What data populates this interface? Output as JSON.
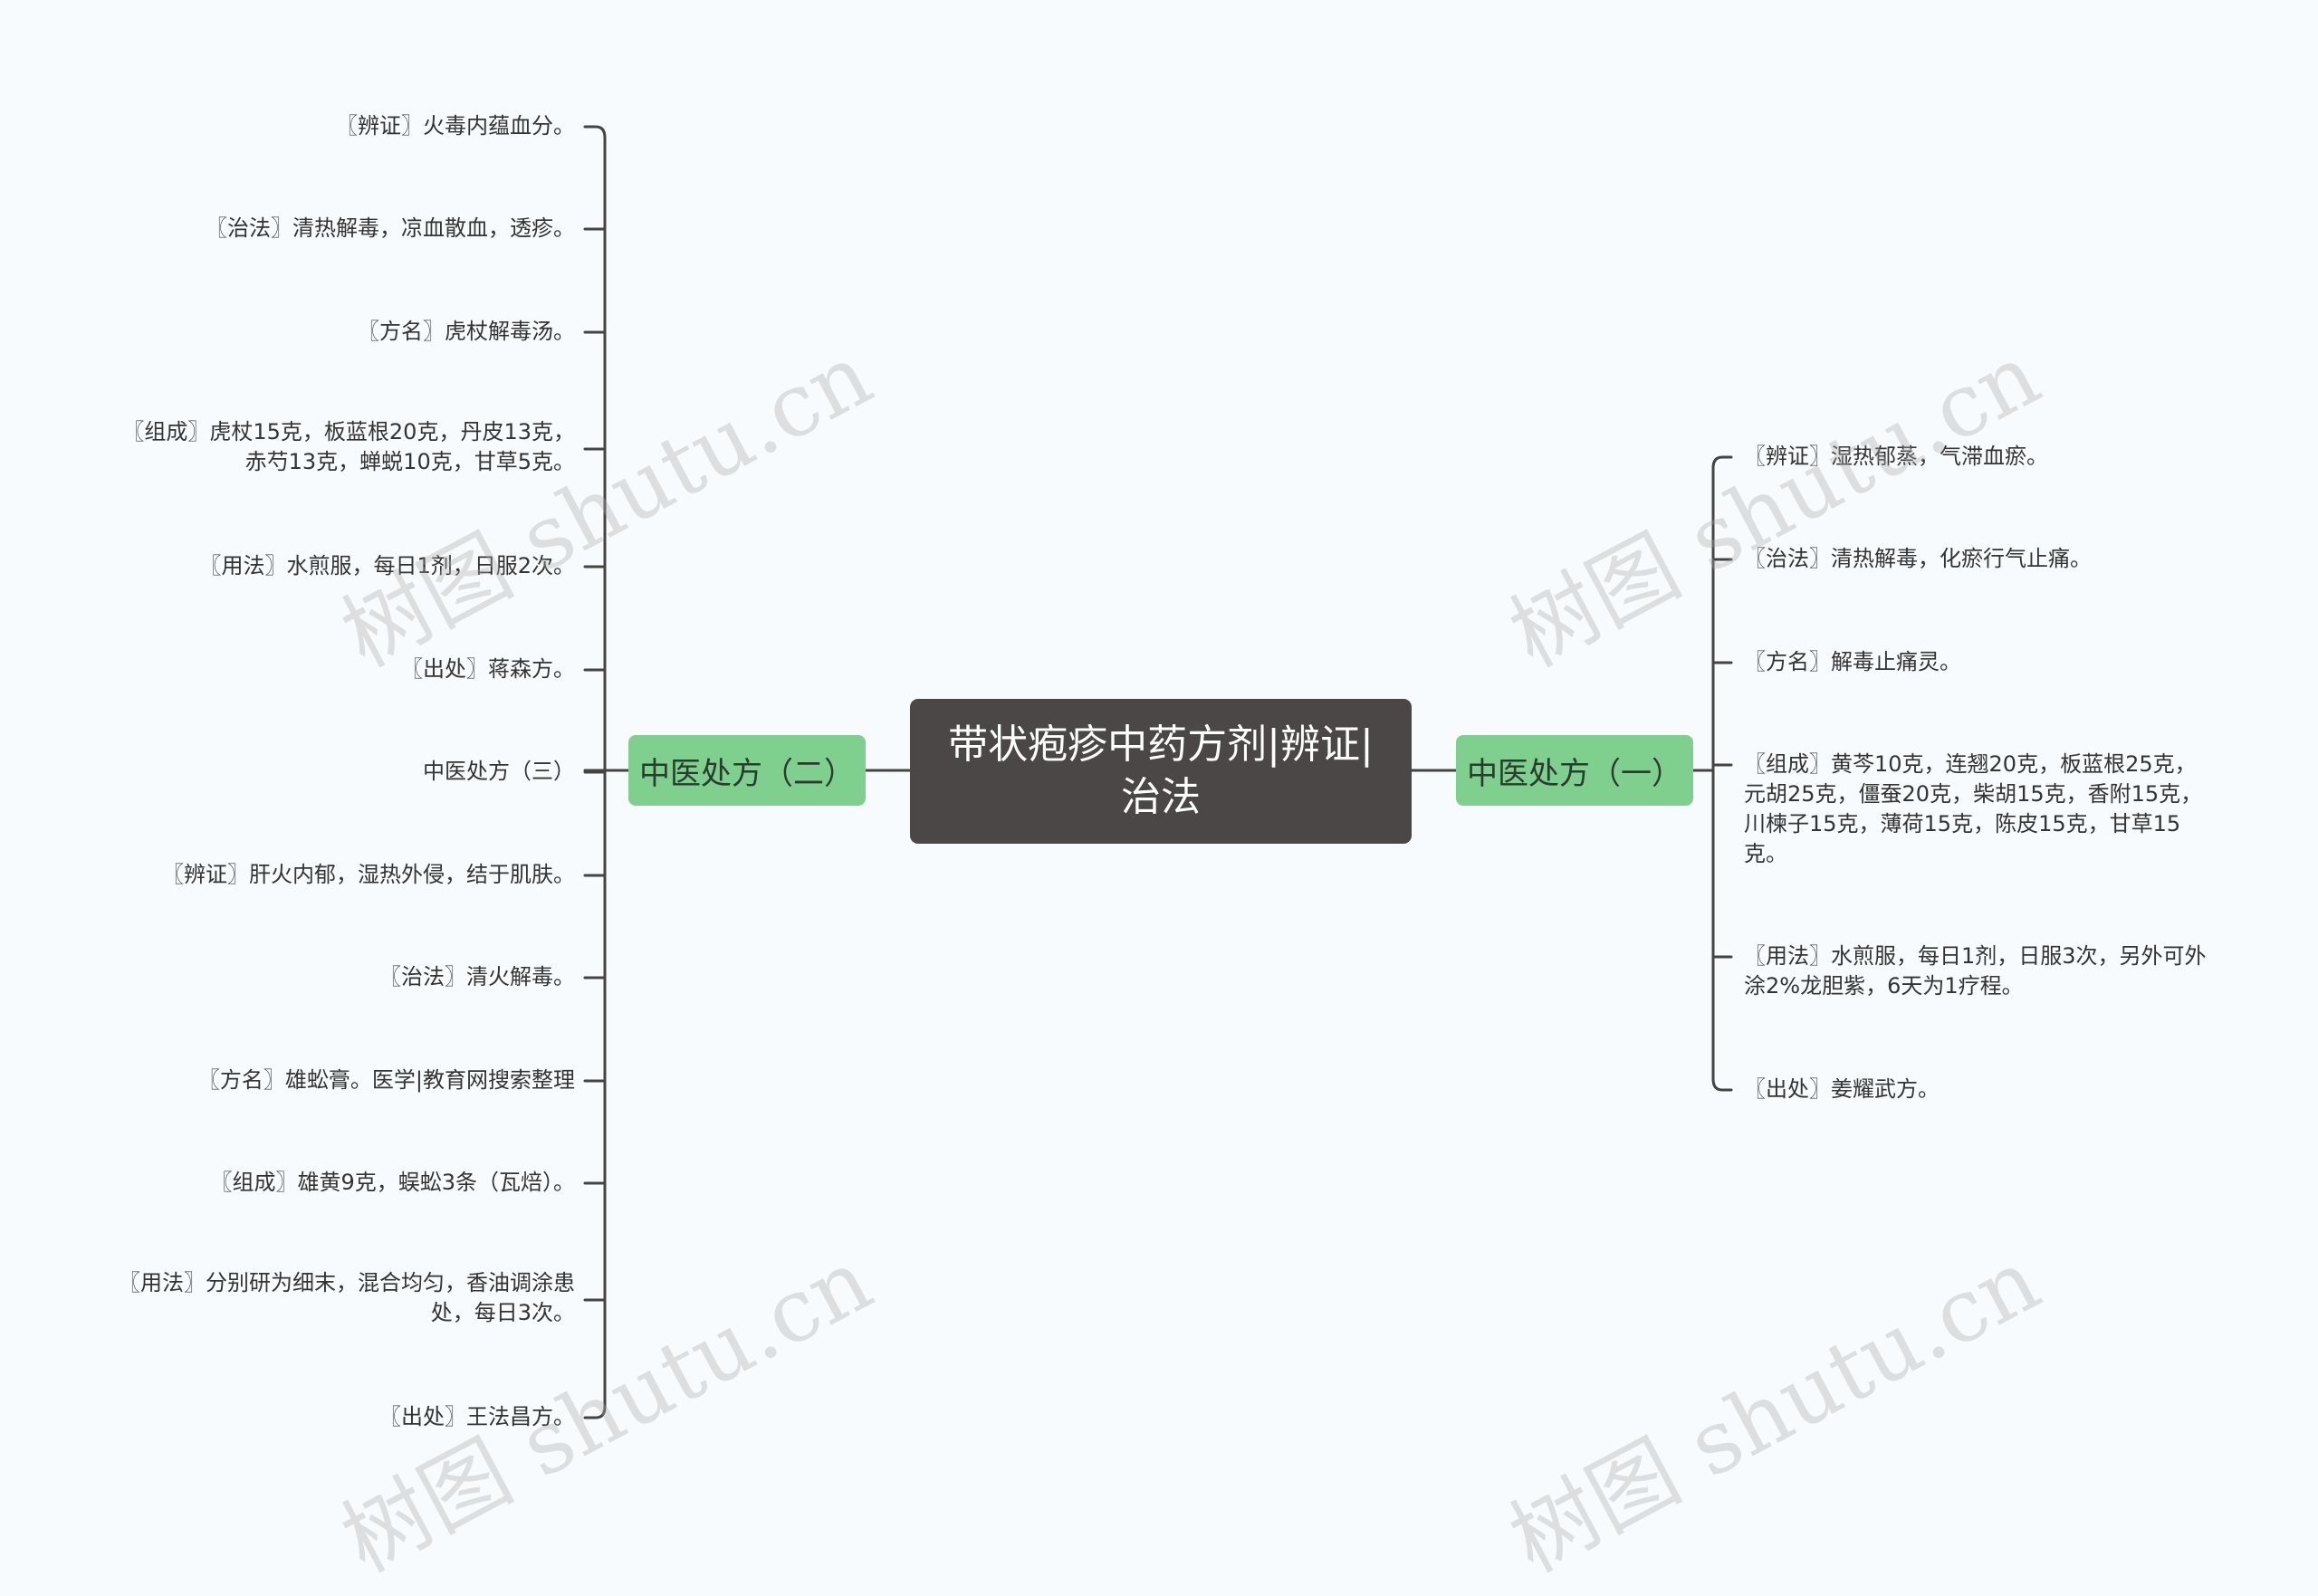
{
  "root": {
    "title": "带状疱疹中药方剂|辨证|治法"
  },
  "left_branch": {
    "label": "中医处方（二）",
    "items": [
      "〖辨证〗火毒内蕴血分。",
      "〖治法〗清热解毒，凉血散血，透疹。",
      "〖方名〗虎杖解毒汤。",
      "〖组成〗虎杖15克，板蓝根20克，丹皮13克，赤芍13克，蝉蜕10克，甘草5克。",
      "〖用法〗水煎服，每日1剂，日服2次。",
      "〖出处〗蒋森方。",
      "中医处方（三）",
      "〖辨证〗肝火内郁，湿热外侵，结于肌肤。",
      "〖治法〗清火解毒。",
      "〖方名〗雄蚣膏。医学|教育网搜索整理",
      "〖组成〗雄黄9克，蜈蚣3条（瓦焙）。",
      "〖用法〗分别研为细末，混合均匀，香油调涂患处，每日3次。",
      "〖出处〗王法昌方。"
    ]
  },
  "right_branch": {
    "label": "中医处方（一）",
    "items": [
      "〖辨证〗湿热郁蒸，气滞血瘀。",
      "〖治法〗清热解毒，化瘀行气止痛。",
      "〖方名〗解毒止痛灵。",
      "〖组成〗黄芩10克，连翘20克，板蓝根25克，元胡25克，僵蚕20克，柴胡15克，香附15克，川楝子15克，薄荷15克，陈皮15克，甘草15克。",
      "〖用法〗水煎服，每日1剂，日服3次，另外可外涂2%龙胆紫，6天为1疗程。",
      "〖出处〗姜耀武方。"
    ]
  },
  "watermark": "树图 shutu.cn",
  "colors": {
    "root_bg": "#4c4747",
    "branch_bg": "#7fcf8f",
    "line": "#444444"
  }
}
